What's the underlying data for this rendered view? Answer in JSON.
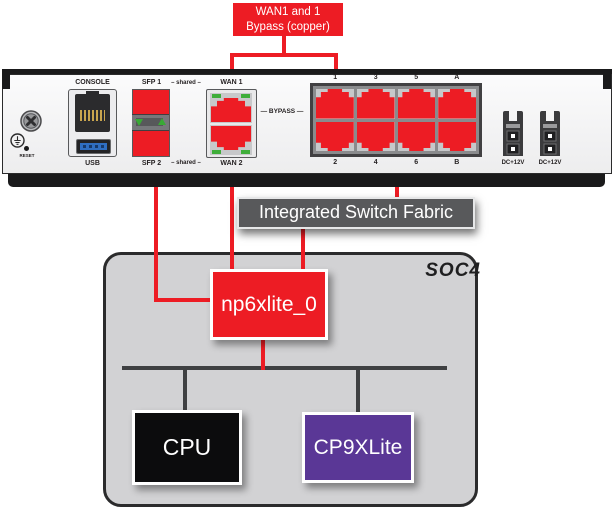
{
  "callout": {
    "line1": "WAN1 and 1",
    "line2": "Bypass (copper)"
  },
  "device": {
    "console_label": "CONSOLE",
    "usb_label": "USB",
    "sfp1_label": "SFP 1",
    "sfp2_label": "SFP 2",
    "shared_top": "– shared –",
    "shared_bottom": "– shared –",
    "wan1_label": "WAN 1",
    "wan2_label": "WAN 2",
    "bypass_label": "— BYPASS —",
    "reset_label": "RESET",
    "dc1_label": "DC+12V",
    "dc2_label": "DC+12V",
    "switch_ports": {
      "top": [
        "1",
        "3",
        "5",
        "A"
      ],
      "bottom": [
        "2",
        "4",
        "6",
        "B"
      ]
    }
  },
  "diagram": {
    "switch_fabric_label": "Integrated Switch Fabric",
    "soc_label": "SOC4",
    "np_label": "np6xlite_0",
    "cpu_label": "CPU",
    "cp_label": "CP9XLite"
  },
  "colors": {
    "red": "#ed1c24",
    "purple": "#5a3796",
    "fabric_gray": "#58595b",
    "soc_fill": "#d2d2d4",
    "green_led": "#3fae3a"
  }
}
